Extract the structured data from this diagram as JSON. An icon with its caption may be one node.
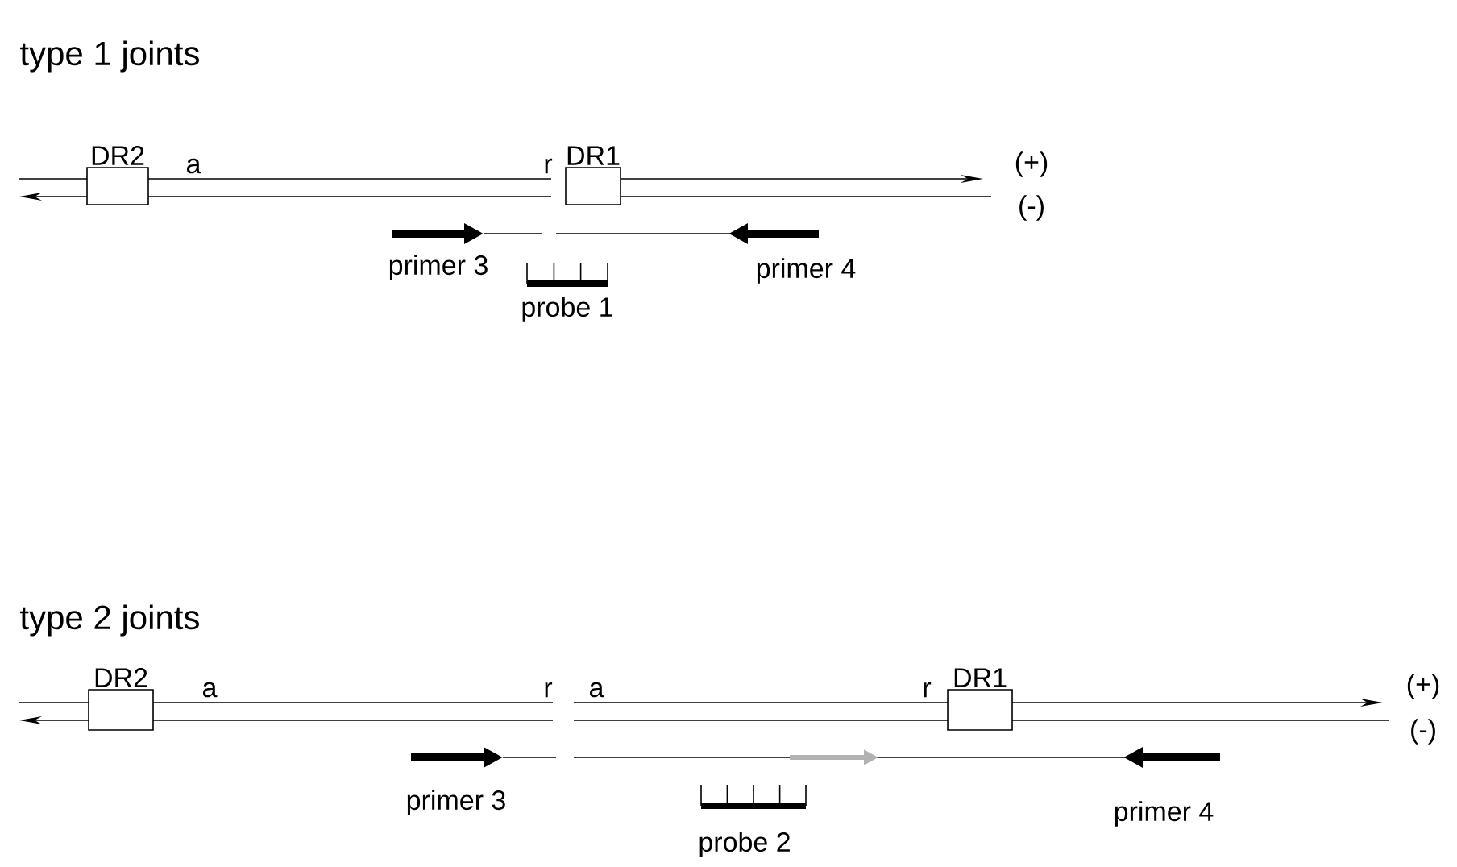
{
  "diagram": {
    "nodes": [
      {
        "text": [
          "DR2"
        ]
      },
      {
        "text": [
          "DR1"
        ]
      },
      {
        "text": [
          "DR2"
        ]
      },
      {
        "text": [
          "DR1"
        ]
      }
    ],
    "labels": [
      "type 1 joints",
      "a",
      "r",
      "(+)",
      "(-)",
      "primer 3",
      "primer 4",
      "probe 1",
      "type 2 joints",
      "a",
      "r",
      "a",
      "r",
      "(+)",
      "(-)",
      "primer 3",
      "probe 2",
      "primer 4"
    ]
  }
}
